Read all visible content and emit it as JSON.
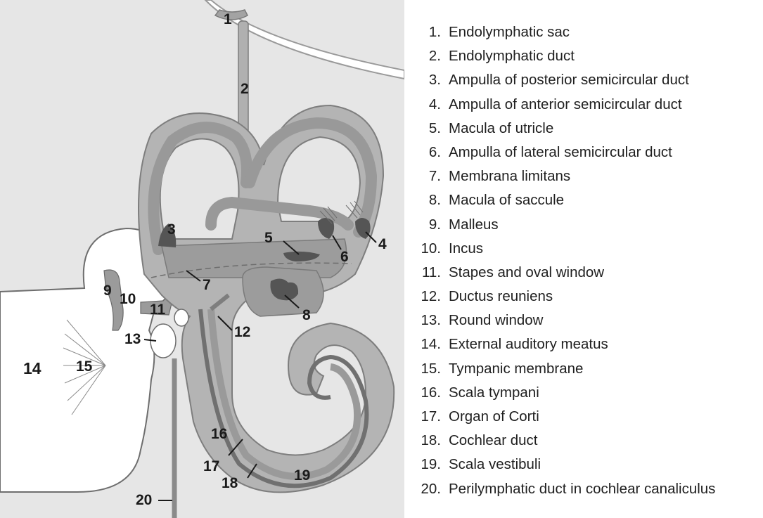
{
  "figure": {
    "labels": [
      "1",
      "2",
      "3",
      "4",
      "5",
      "6",
      "7",
      "8",
      "9",
      "10",
      "11",
      "12",
      "13",
      "14",
      "15",
      "16",
      "17",
      "18",
      "19",
      "20"
    ]
  },
  "legend": {
    "items": [
      {
        "num": "1.",
        "text": "Endolymphatic sac"
      },
      {
        "num": "2.",
        "text": "Endolymphatic duct"
      },
      {
        "num": "3.",
        "text": "Ampulla of posterior semicircular duct"
      },
      {
        "num": "4.",
        "text": "Ampulla of anterior semicircular duct"
      },
      {
        "num": "5.",
        "text": "Macula of utricle"
      },
      {
        "num": "6.",
        "text": "Ampulla of lateral semicircular duct"
      },
      {
        "num": "7.",
        "text": "Membrana limitans"
      },
      {
        "num": "8.",
        "text": "Macula of saccule"
      },
      {
        "num": "9.",
        "text": "Malleus"
      },
      {
        "num": "10.",
        "text": "Incus"
      },
      {
        "num": "11.",
        "text": "Stapes and oval window"
      },
      {
        "num": "12.",
        "text": "Ductus reuniens"
      },
      {
        "num": "13.",
        "text": "Round window"
      },
      {
        "num": "14.",
        "text": "External auditory meatus"
      },
      {
        "num": "15.",
        "text": "Tympanic membrane"
      },
      {
        "num": "16.",
        "text": "Scala tympani"
      },
      {
        "num": "17.",
        "text": "Organ of Corti"
      },
      {
        "num": "18.",
        "text": "Cochlear duct"
      },
      {
        "num": "19.",
        "text": "Scala vestibuli"
      },
      {
        "num": "20.",
        "text": "Perilymphatic duct in cochlear canaliculus"
      }
    ]
  },
  "colors": {
    "background": "#e6e6e6",
    "perilymph": "#b4b4b4",
    "endolymph": "#9b9b9b",
    "sensory": "#555555",
    "outer_ear": "#ffffff"
  }
}
